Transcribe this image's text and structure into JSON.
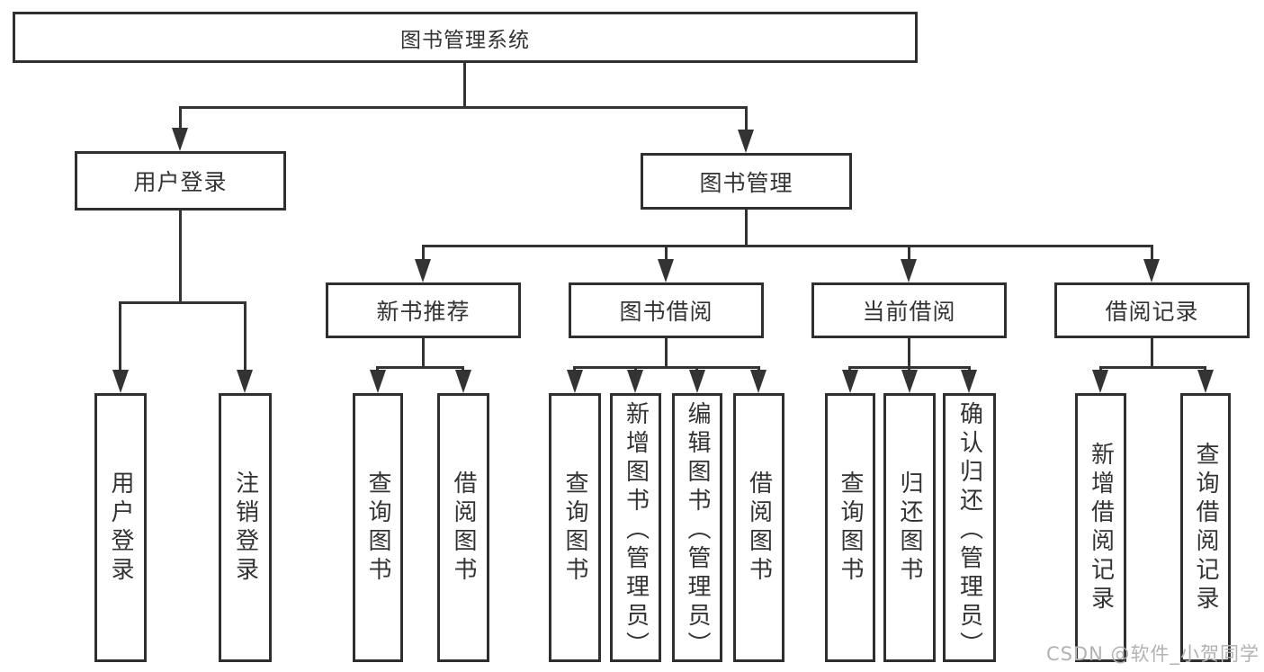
{
  "diagram": {
    "root": "图书管理系统",
    "branches": {
      "user_login": {
        "label": "用户登录",
        "children": [
          "用户登录",
          "注销登录"
        ]
      },
      "book_management": {
        "label": "图书管理",
        "children": {
          "new_books": {
            "label": "新书推荐",
            "children": [
              "查询图书",
              "借阅图书"
            ]
          },
          "borrowing": {
            "label": "图书借阅",
            "children": [
              "查询图书",
              "新增图书（管理员）",
              "编辑图书（管理员）",
              "借阅图书"
            ]
          },
          "current": {
            "label": "当前借阅",
            "children": [
              "查询图书",
              "归还图书",
              "确认归还（管理员）"
            ]
          },
          "records": {
            "label": "借阅记录",
            "children": [
              "新增借阅记录",
              "查询借阅记录"
            ]
          }
        }
      }
    },
    "colors": {
      "line": "#333333",
      "border": "#2f2f2f",
      "text": "#333333",
      "watermark": "#b2b2b2",
      "background": "#ffffff"
    },
    "watermark": "CSDN @软件_小贺同学"
  }
}
